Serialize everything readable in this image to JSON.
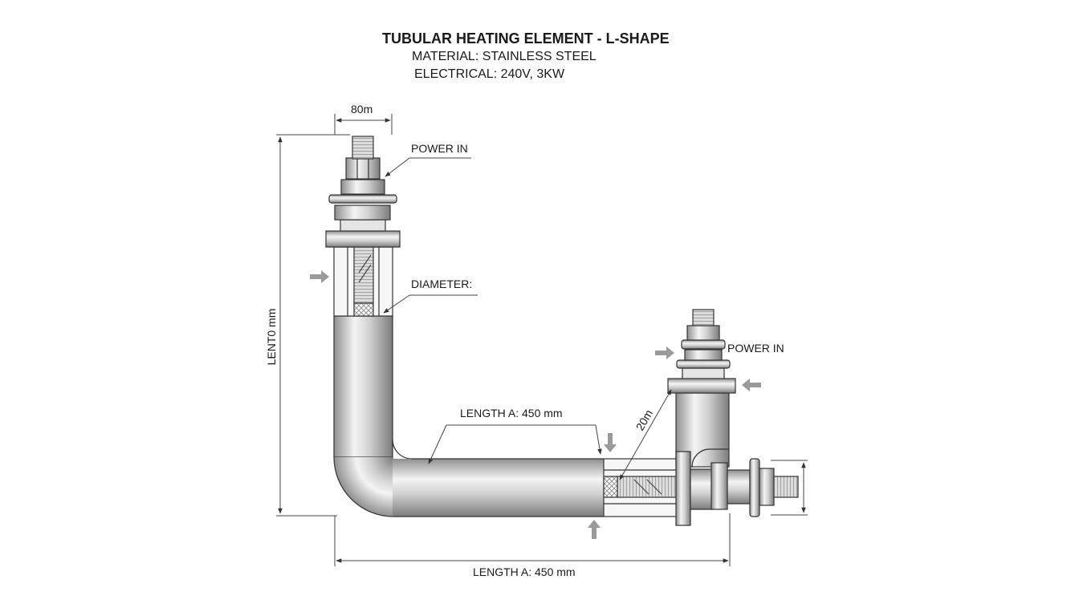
{
  "header": {
    "title": "TUBULAR HEATING ELEMENT - L-SHAPE",
    "material": "MATERIAL: STAINLESS STEEL",
    "electrical": "ELECTRICAL: 240V, 3KW"
  },
  "labels": {
    "top_width": "80m",
    "power_in_top": "POWER IN",
    "diameter": "DIAMETER:",
    "vertical_length": "LENT0 mm",
    "length_a_upper": "LENGTH A: 450 mm",
    "power_in_right": "POWER IN",
    "diagonal_dim": "20m",
    "length_a_bottom": "LENGTH A: 450 mm"
  },
  "colors": {
    "line": "#333333",
    "metal_light": "#f2f2f2",
    "metal_mid": "#c4c4c4",
    "metal_dark": "#8a8a8a",
    "arrow_gray": "#9a9a9a"
  }
}
